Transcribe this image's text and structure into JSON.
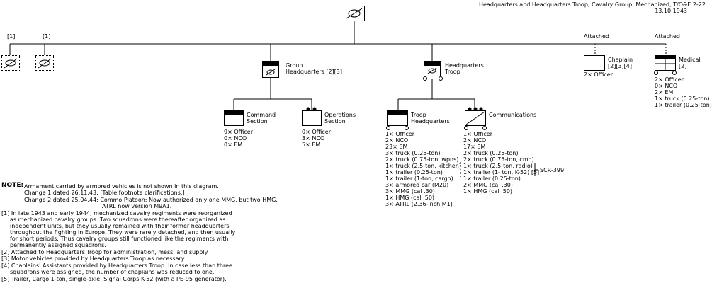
{
  "header": {
    "title": "Headquarters and Headquarters Troop, Cavalry Group, Mechanized, T/O&E 2-22",
    "date": "13.10.1943"
  },
  "units": {
    "group_hq": {
      "label1": "Group",
      "label2": "Headquarters [2][3]"
    },
    "hq_troop": {
      "label1": "Headquarters",
      "label2": "Troop"
    },
    "command": {
      "label1": "Command",
      "label2": "Section",
      "lines": [
        "9× Officer",
        "0× NCO",
        "0× EM"
      ]
    },
    "operations": {
      "label1": "Operations",
      "label2": "Section",
      "lines": [
        "0× Officer",
        "3× NCO",
        "5× EM"
      ]
    },
    "troop_hq": {
      "label1": "Troop",
      "label2": "Headquarters",
      "lines": [
        "1× Officer",
        "2× NCO",
        "23× EM",
        "3× truck (0.25-ton)",
        "2× truck (0.75-ton, wpns)",
        "1× truck (2.5-ton, kitchen)",
        "1× trailer (0.25-ton)",
        "1× trailer (1-ton, cargo)",
        "3× armored car (M20)",
        "3× MMG (cal .30)",
        "1× HMG (cal .50)",
        "3× ATRL (2.36-inch M1)"
      ]
    },
    "communications": {
      "label1": "Communications",
      "lines": [
        "1× Officer",
        "2× NCO",
        "17× EM",
        "2× truck (0.25-ton)",
        "2× truck (0.75-ton, cmd)",
        "1× truck (2.5-ton, radio)",
        "1× trailer (1- ton, K-52) [5]",
        "1× trailer (0.25-ton)",
        "2× MMG (cal .30)",
        "1× HMG (cal .50)"
      ],
      "scr_note": "SCR-399"
    },
    "chaplain": {
      "attached": "Attached",
      "label1": "Chaplain",
      "label2": "[2][3][4]",
      "lines": [
        "2× Officer"
      ]
    },
    "medical": {
      "attached": "Attached",
      "label1": "Medical",
      "label2": "[2]",
      "lines": [
        "2× Officer",
        "0× NCO",
        "2× EM",
        "1× truck (0.25-ton)",
        "1× trailer (0.25-ton)"
      ]
    },
    "fn_left": [
      "[1]",
      "[1]"
    ]
  },
  "notes": {
    "note_label": "NOTE:",
    "note_text": "Armament carried by armored vehicles is not shown in this diagram.",
    "change1": "Change 1 dated 26.11.43: [Table footnote clarifications.]",
    "change2": "Change 2 dated 25.04.44: Commo Platoon: Now authorized only one MMG, but two HMG.",
    "change2b": "ATRL now version M9A1.",
    "fn1": [
      "[1] In late 1943 and early 1944, mechanized cavalry regiments were reorganized",
      "as mechanized cavalry groups. Two squadrons were thereafter organized as",
      "independent units, but they usually remained with their former headquarters",
      "throughout the fighting in Europe. They were rarely detached, and then usually",
      "for short periods. Thus cavalry groups still functioned like the regiments with",
      "permanently assigned squadrons."
    ],
    "fn2": "[2] Attached to Headquarters Troop for administration, mess, and supply.",
    "fn3": "[3] Motor vehicles provided by Headquarters Troop as necessary.",
    "fn4": [
      "[4] Chaplains' Assistants provided by Headquarters Troop. In case less than three",
      "squadrons were assigned, the number of chaplains was reduced to one."
    ],
    "fn5": "[5] Trailer, Cargo 1-ton, single-axle, Signal Corps K-52 (with a PE-95 generator)."
  }
}
